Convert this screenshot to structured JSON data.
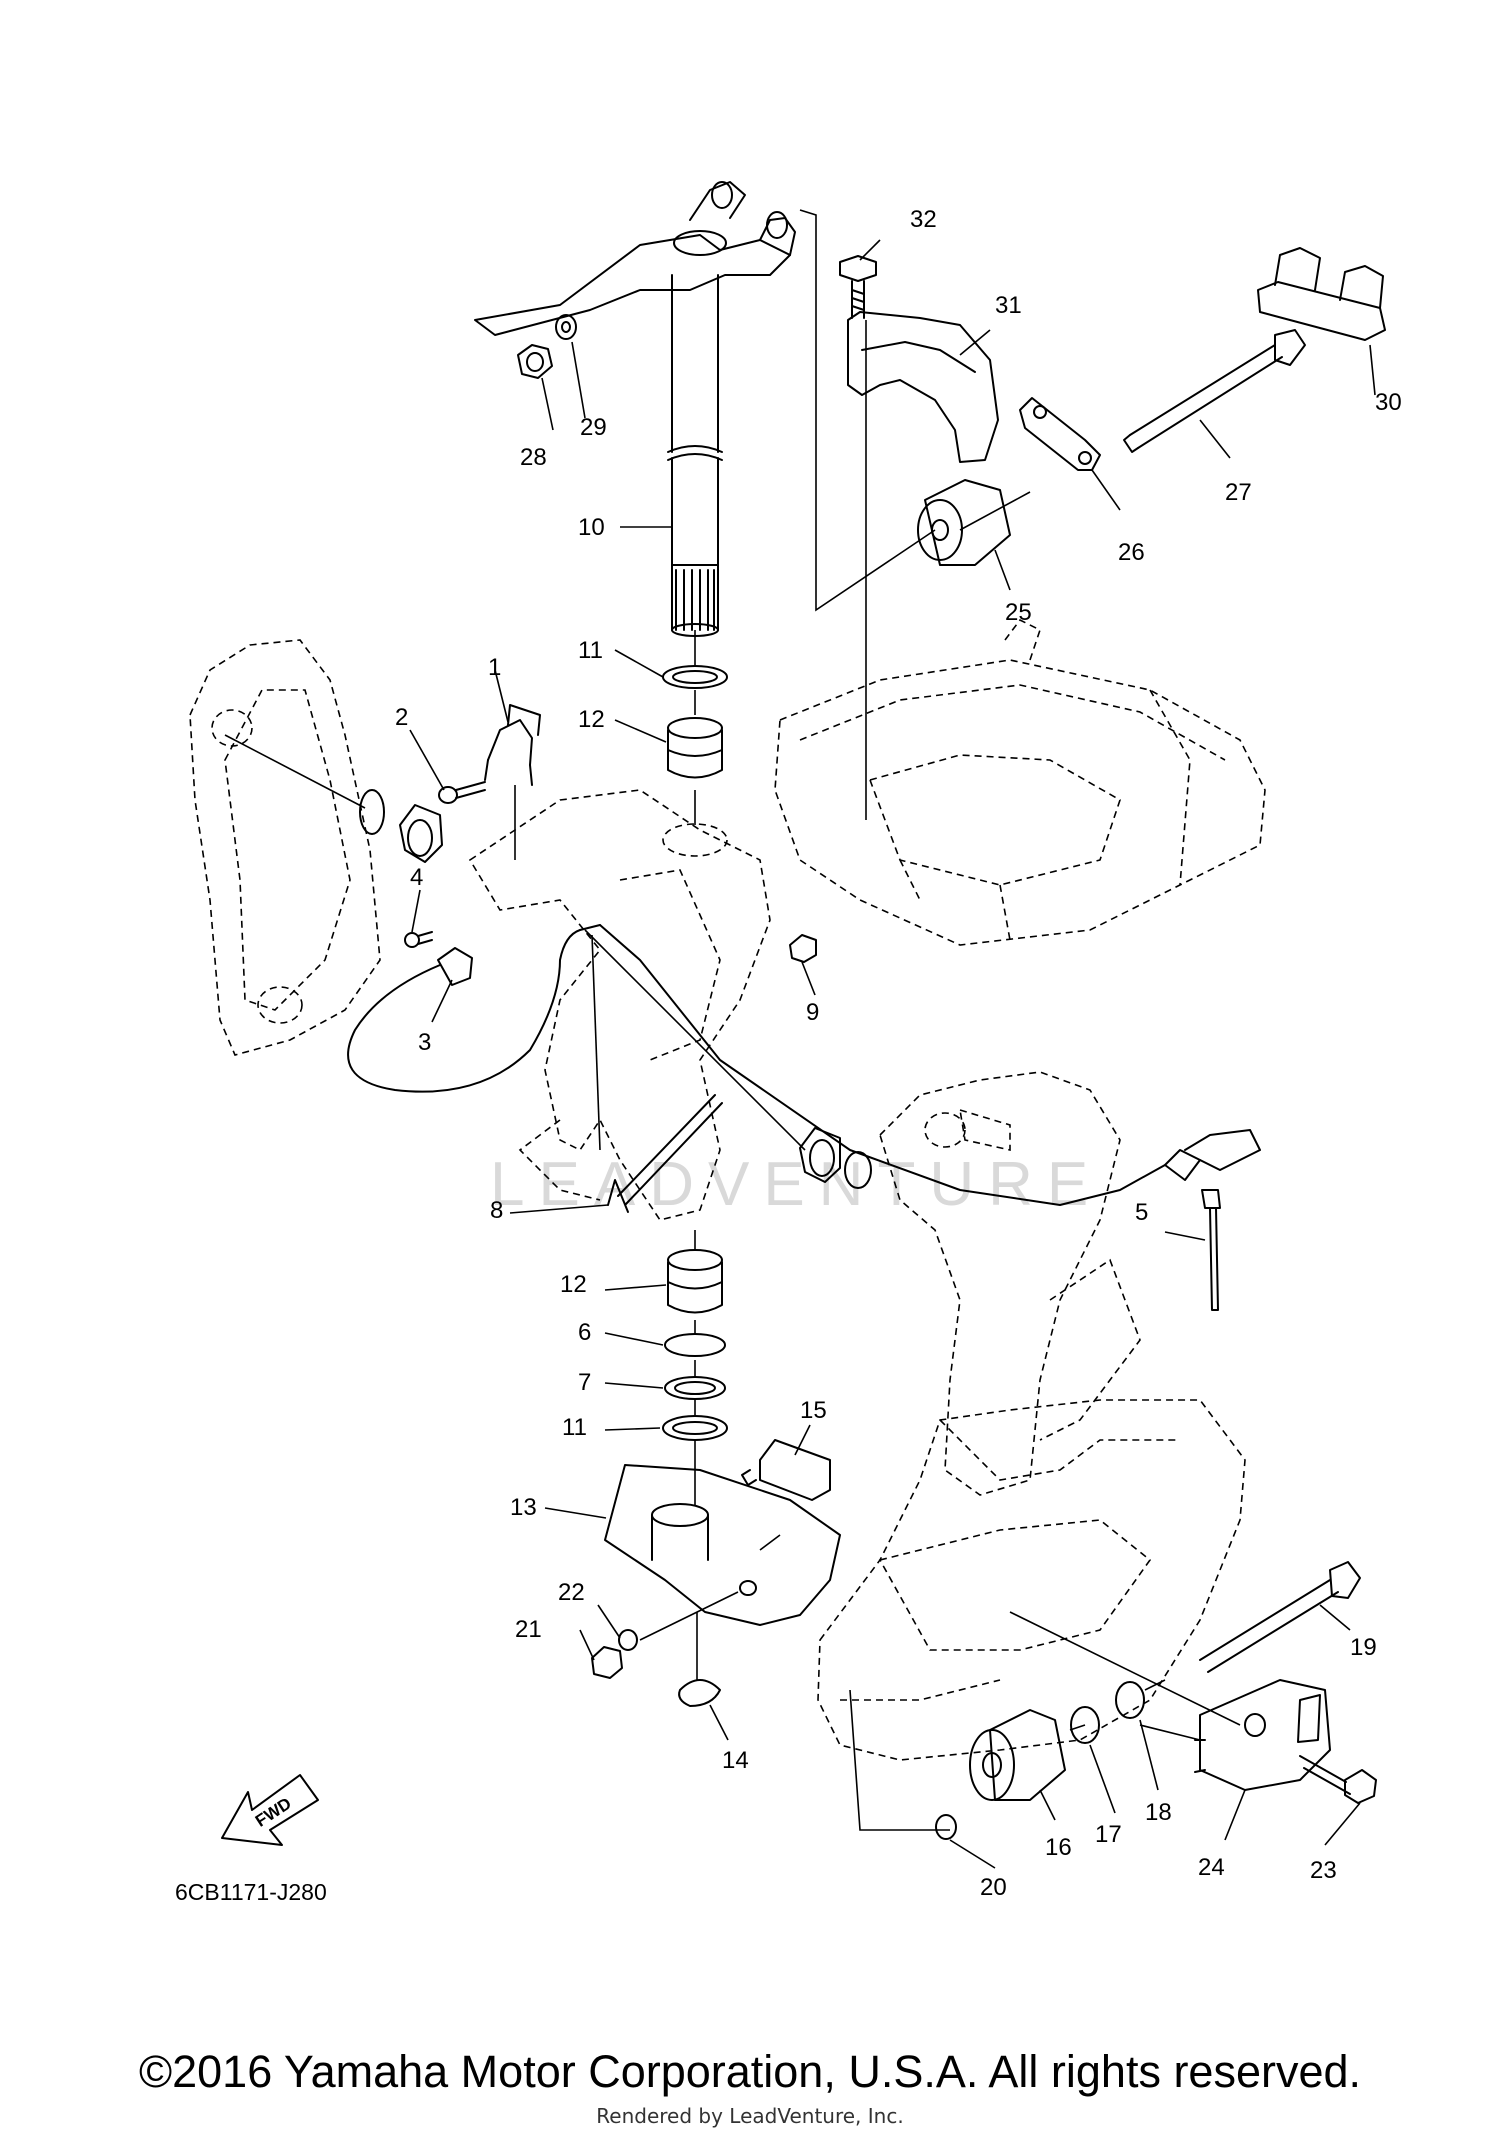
{
  "diagram": {
    "callouts": [
      "1",
      "2",
      "3",
      "4",
      "5",
      "6",
      "7",
      "8",
      "9",
      "10",
      "11",
      "11",
      "12",
      "12",
      "13",
      "14",
      "15",
      "16",
      "17",
      "18",
      "19",
      "20",
      "21",
      "22",
      "23",
      "24",
      "25",
      "26",
      "27",
      "28",
      "29",
      "30",
      "31",
      "32"
    ],
    "drawing_code": "6CB1171-J280",
    "fwd_label": "FWD",
    "watermark": "LEADVENTURE"
  },
  "footer": {
    "copyright": "©2016 Yamaha Motor Corporation, U.S.A. All rights reserved.",
    "rendered_by": "Rendered by LeadVenture, Inc."
  }
}
